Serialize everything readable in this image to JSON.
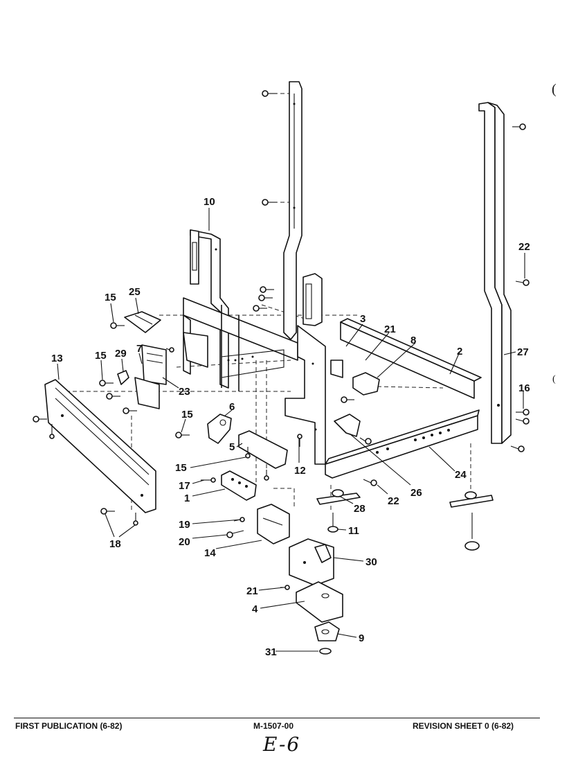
{
  "diagram": {
    "callouts": [
      "10",
      "22",
      "16",
      "27",
      "2",
      "8",
      "21",
      "3",
      "25",
      "15",
      "15",
      "29",
      "7",
      "23",
      "13",
      "6",
      "15",
      "15",
      "12",
      "24",
      "26",
      "22",
      "17",
      "1",
      "28",
      "11",
      "19",
      "20",
      "14",
      "18",
      "30",
      "21",
      "4",
      "9",
      "31",
      "5"
    ]
  },
  "footer": {
    "left": "FIRST PUBLICATION (6-82)",
    "center": "M-1507-00",
    "right": "REVISION SHEET 0 (6-82)",
    "page_mark": "E-6"
  }
}
